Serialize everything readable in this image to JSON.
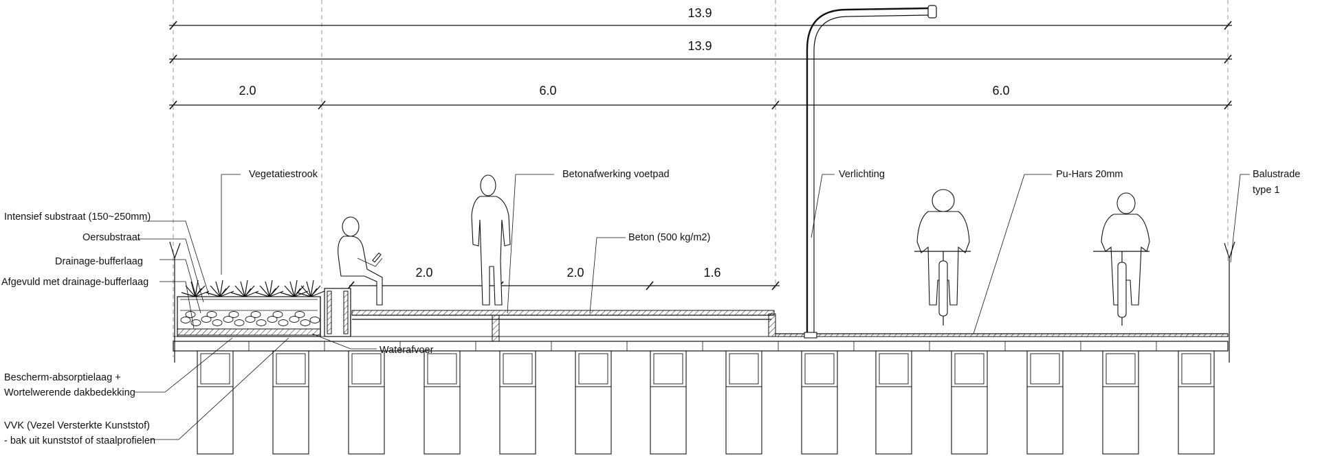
{
  "dimensions": {
    "total_1": "13.9",
    "total_2": "13.9",
    "segment_1": "2.0",
    "segment_2": "6.0",
    "segment_3": "6.0",
    "sub_1": "2.0",
    "sub_2": "2.0",
    "sub_3": "1.6"
  },
  "labels": {
    "vegetatiestrook": "Vegetatiestrook",
    "intensief_substraat": "Intensief substraat (150~250mm)",
    "oersubstraat": "Oersubstraat",
    "drainage_bufferlaag": "Drainage-bufferlaag",
    "afgevuld": "Afgevuld met drainage-bufferlaag",
    "betonafwerking": "Betonafwerking voetpad",
    "beton": "Beton (500 kg/m2)",
    "verlichting": "Verlichting",
    "pu_hars": "Pu-Hars 20mm",
    "balustrade_line1": "Balustrade",
    "balustrade_line2": "type 1",
    "waterafvoer": "Waterafvoer",
    "bescherm_line1": "Bescherm-absorptielaag +",
    "bescherm_line2": "Wortelwerende dakbedekking",
    "vvk_line1": "VVK (Vezel Versterkte Kunststof)",
    "vvk_line2": "- bak uit kunststof of staalprofielen"
  },
  "colors": {
    "line": "#111111",
    "guide": "#8a8a8a",
    "background": "#ffffff"
  }
}
